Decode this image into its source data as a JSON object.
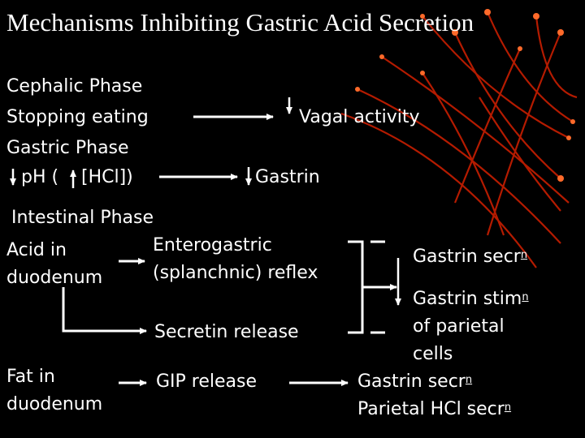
{
  "title": "Mechanisms Inhibiting Gastric Acid Secretion",
  "cephalic": {
    "heading": "Cephalic Phase",
    "cause": "Stopping eating",
    "effect": "Vagal activity"
  },
  "gastric": {
    "heading": "Gastric Phase",
    "cause_ph": "pH (",
    "cause_hcl": " [HCl])",
    "effect": "Gastrin"
  },
  "intestinal": {
    "heading": "Intestinal Phase",
    "acid_line1": "Acid in",
    "acid_line2": "duodenum",
    "reflex_line1": "Enterogastric",
    "reflex_line2": "(splanchnic) reflex",
    "secretin": "Secretin release",
    "fat_line1": "Fat in",
    "fat_line2": "duodenum",
    "gip": "GIP release"
  },
  "outcomes": {
    "gastrin_secr": "Gastrin secr",
    "gastrin_stim_line1": "Gastrin stim",
    "gastrin_stim_line2": "of parietal",
    "gastrin_stim_line3": "cells",
    "gastrin_secr2": "Gastrin secr",
    "parietal_secr": "Parietal HCl secr",
    "superscript": "n"
  },
  "colors": {
    "background": "#000000",
    "text": "#ffffff",
    "arrows": "#ffffff",
    "decoration": "#cc2200"
  }
}
